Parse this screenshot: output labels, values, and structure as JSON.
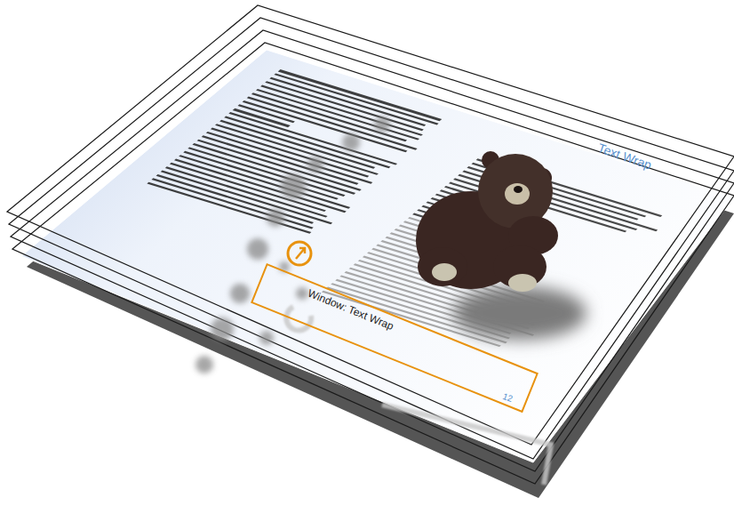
{
  "diagram": {
    "nodes": [
      {
        "text": [
          "Window: Text Wrap"
        ]
      }
    ],
    "labels": [
      "Text Wrap",
      "12"
    ]
  }
}
